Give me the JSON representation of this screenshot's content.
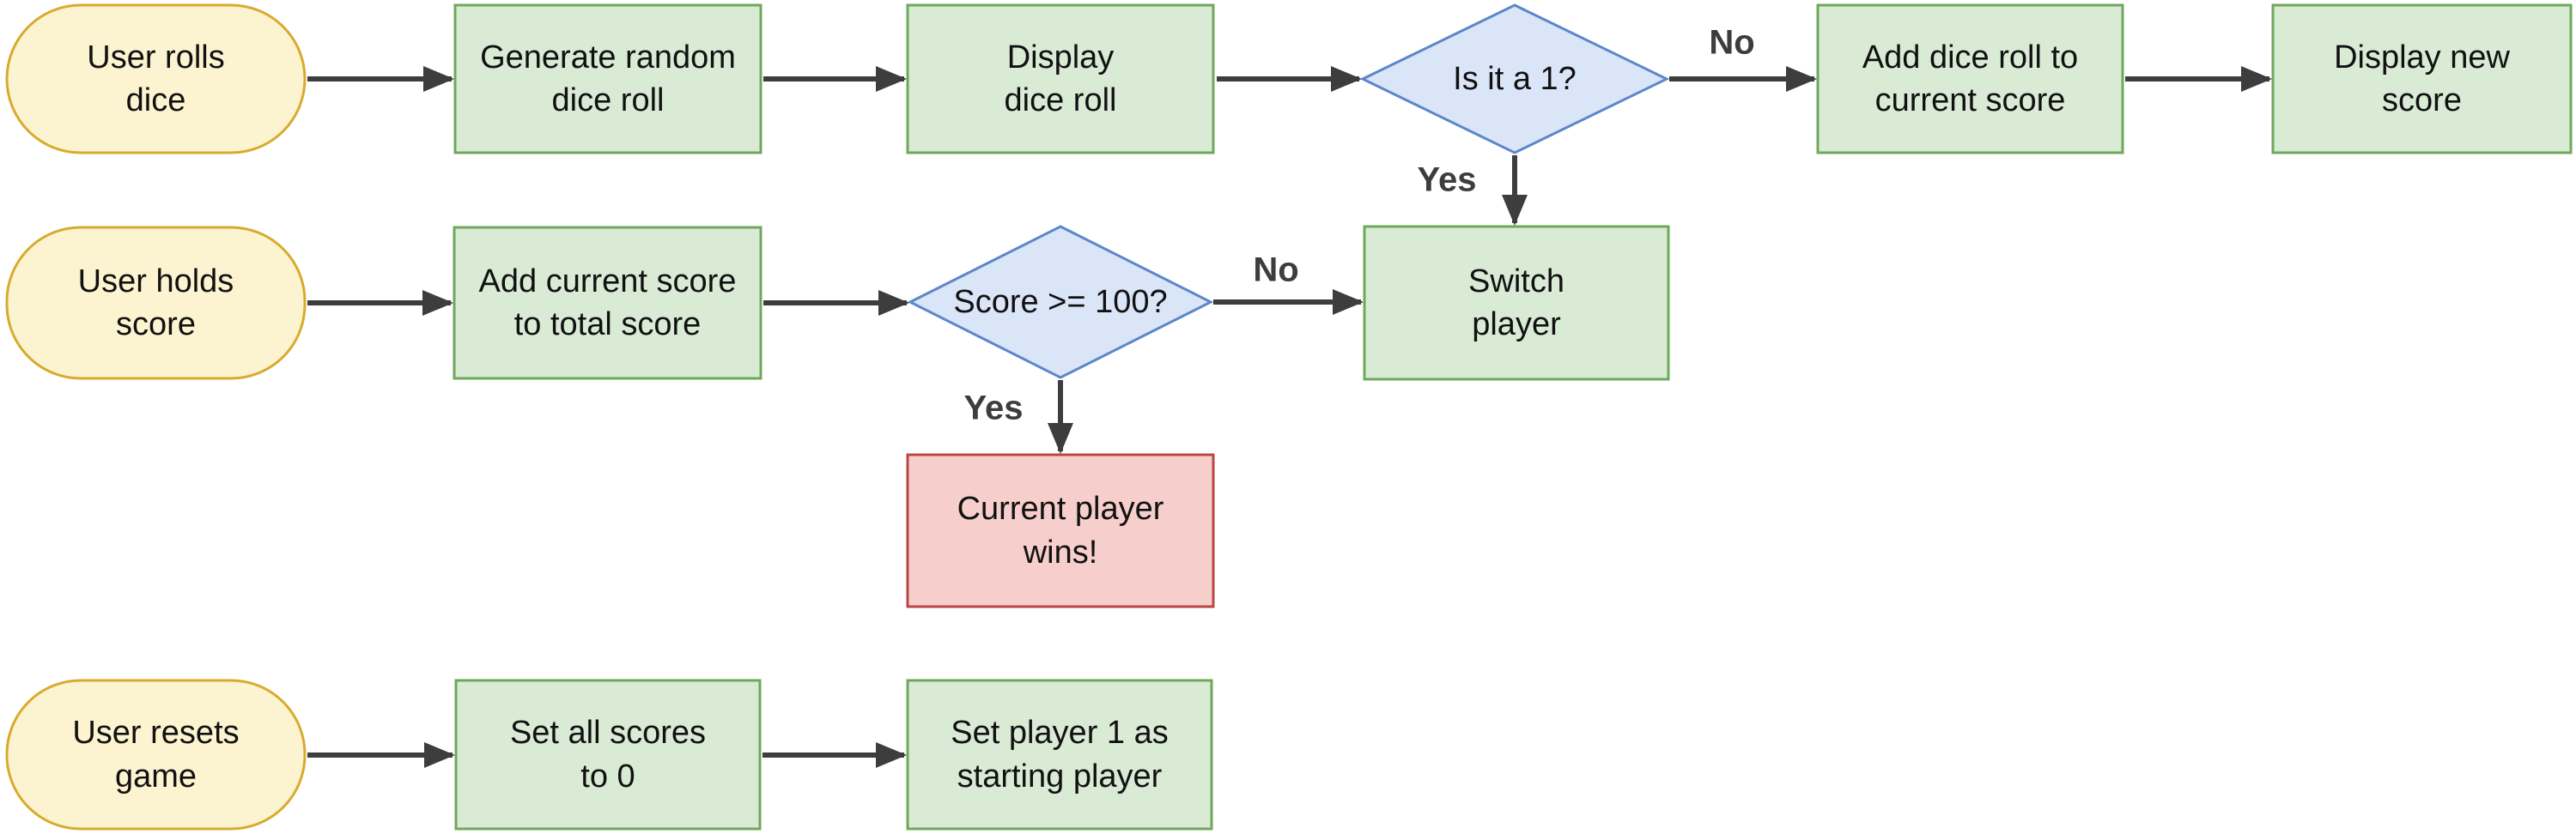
{
  "diagram": {
    "type": "flowchart",
    "background": "#ffffff",
    "colors": {
      "terminal_fill": "#fcf3d0",
      "terminal_border": "#d8ab2d",
      "process_fill": "#d9ead5",
      "process_border": "#6fa85c",
      "decision_fill": "#dbe5f8",
      "decision_border": "#5b87c9",
      "end_fill": "#f6cfcc",
      "end_border": "#b94743",
      "arrow": "#3d3d3d",
      "node_text": "#111111",
      "edge_label_text": "#3d3d3d"
    },
    "nodes": [
      {
        "id": "user-rolls-dice",
        "type": "terminal",
        "label": "User rolls\ndice"
      },
      {
        "id": "generate-random-dice-roll",
        "type": "process",
        "label": "Generate random\ndice roll"
      },
      {
        "id": "display-dice-roll",
        "type": "process",
        "label": "Display\ndice roll"
      },
      {
        "id": "is-it-a-1",
        "type": "decision",
        "label": "Is it a 1?"
      },
      {
        "id": "add-dice-roll-to-current-score",
        "type": "process",
        "label": "Add dice roll to\ncurrent score"
      },
      {
        "id": "display-new-score",
        "type": "process",
        "label": "Display new\nscore"
      },
      {
        "id": "user-holds-score",
        "type": "terminal",
        "label": "User holds\nscore"
      },
      {
        "id": "add-current-score-to-total-score",
        "type": "process",
        "label": "Add current score\nto total score"
      },
      {
        "id": "score-gte-100",
        "type": "decision",
        "label": "Score >= 100?"
      },
      {
        "id": "switch-player",
        "type": "process",
        "label": "Switch\nplayer"
      },
      {
        "id": "current-player-wins",
        "type": "end",
        "label": "Current player\nwins!"
      },
      {
        "id": "user-resets-game",
        "type": "terminal",
        "label": "User resets\ngame"
      },
      {
        "id": "set-all-scores-to-0",
        "type": "process",
        "label": "Set all scores\nto 0"
      },
      {
        "id": "set-player-1-as-starting-player",
        "type": "process",
        "label": "Set player 1 as\nstarting player"
      }
    ],
    "edges": [
      {
        "from": "user-rolls-dice",
        "to": "generate-random-dice-roll",
        "label": ""
      },
      {
        "from": "generate-random-dice-roll",
        "to": "display-dice-roll",
        "label": ""
      },
      {
        "from": "display-dice-roll",
        "to": "is-it-a-1",
        "label": ""
      },
      {
        "from": "is-it-a-1",
        "to": "add-dice-roll-to-current-score",
        "label": "No"
      },
      {
        "from": "add-dice-roll-to-current-score",
        "to": "display-new-score",
        "label": ""
      },
      {
        "from": "is-it-a-1",
        "to": "switch-player",
        "label": "Yes"
      },
      {
        "from": "user-holds-score",
        "to": "add-current-score-to-total-score",
        "label": ""
      },
      {
        "from": "add-current-score-to-total-score",
        "to": "score-gte-100",
        "label": ""
      },
      {
        "from": "score-gte-100",
        "to": "switch-player",
        "label": "No"
      },
      {
        "from": "score-gte-100",
        "to": "current-player-wins",
        "label": "Yes"
      },
      {
        "from": "user-resets-game",
        "to": "set-all-scores-to-0",
        "label": ""
      },
      {
        "from": "set-all-scores-to-0",
        "to": "set-player-1-as-starting-player",
        "label": ""
      }
    ]
  }
}
